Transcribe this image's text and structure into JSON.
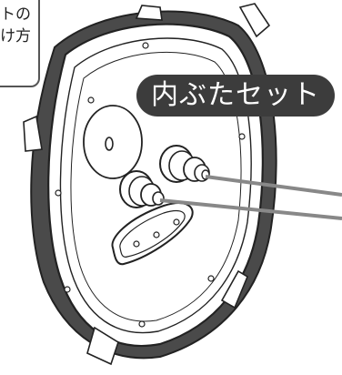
{
  "callout": {
    "line1": "トの",
    "line2": "け方"
  },
  "label": "内ぶたセット",
  "colors": {
    "label_bg": "#3c3c3c",
    "label_text": "#ffffff",
    "outline": "#222222",
    "rim_dark": "#4a4a4a",
    "leader": "#888888"
  }
}
